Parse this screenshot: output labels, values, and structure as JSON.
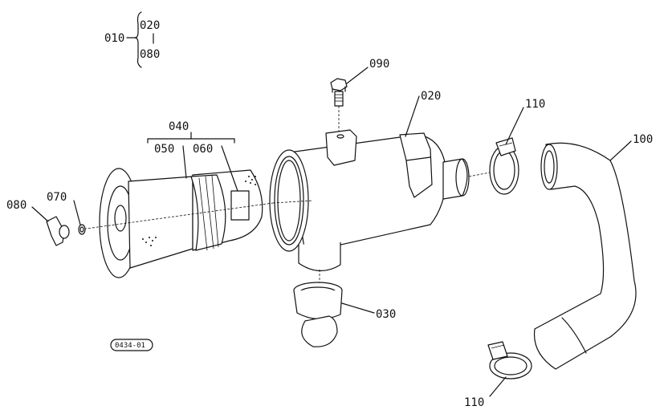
{
  "diagram": {
    "labels": {
      "p010": "010",
      "p020_top": "020",
      "p080_top": "080",
      "p090": "090",
      "p020": "020",
      "p110_top": "110",
      "p100": "100",
      "p040": "040",
      "p050": "050",
      "p060": "060",
      "p080": "080",
      "p070": "070",
      "p030": "030",
      "p110_bottom": "110",
      "drawing_no": "0434-01"
    }
  }
}
